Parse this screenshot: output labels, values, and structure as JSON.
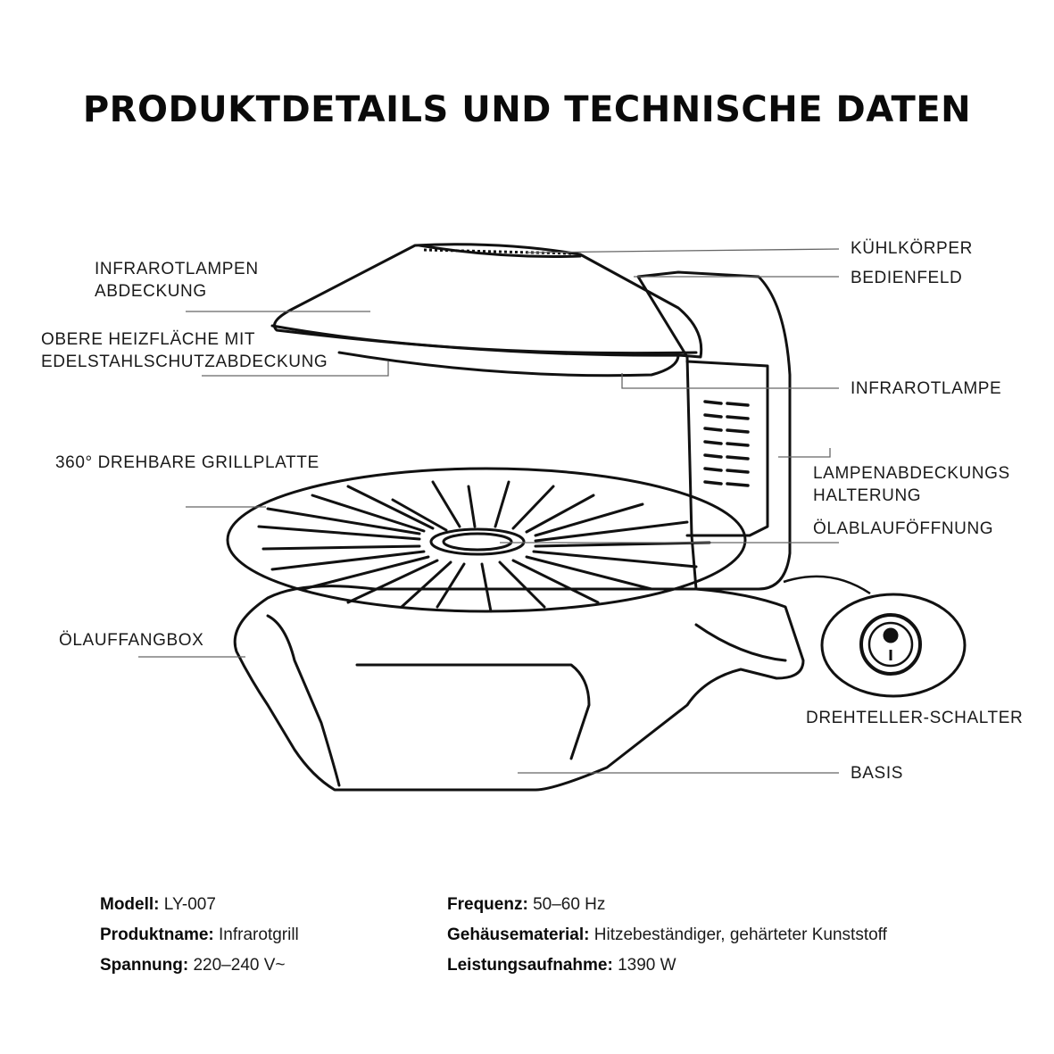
{
  "title": "PRODUKTDETAILS UND TECHNISCHE DATEN",
  "labels": {
    "kuehlkoerper": "KÜHLKÖRPER",
    "bedienfeld": "BEDIENFELD",
    "infrarotlampen_abdeckung": [
      "INFRAROTLAMPEN",
      "ABDECKUNG"
    ],
    "obere_heizflaeche": [
      "OBERE HEIZFLÄCHE MIT",
      "EDELSTAHLSCHUTZABDECKUNG"
    ],
    "infrarotlampe": "INFRAROTLAMPE",
    "grillplatte": "360° DREHBARE GRILLPLATTE",
    "lampenabdeckungs_halterung": [
      "LAMPENABDECKUNGS",
      "HALTERUNG"
    ],
    "oelablauf": "ÖLABLAUFÖFFNUNG",
    "oelauffangbox": "ÖLAUFFANGBOX",
    "drehteller_schalter": "DREHTELLER-SCHALTER",
    "basis": "BASIS"
  },
  "specs": {
    "left": [
      {
        "key": "Modell:",
        "value": "LY-007"
      },
      {
        "key": "Produktname:",
        "value": "Infrarotgrill"
      },
      {
        "key": "Spannung:",
        "value": "220–240 V~"
      }
    ],
    "right": [
      {
        "key": "Frequenz:",
        "value": "50–60 Hz"
      },
      {
        "key": "Gehäusematerial:",
        "value": "Hitzebeständiger, gehärteter Kunststoff"
      },
      {
        "key": "Leistungsaufnahme:",
        "value": "1390 W"
      }
    ]
  }
}
